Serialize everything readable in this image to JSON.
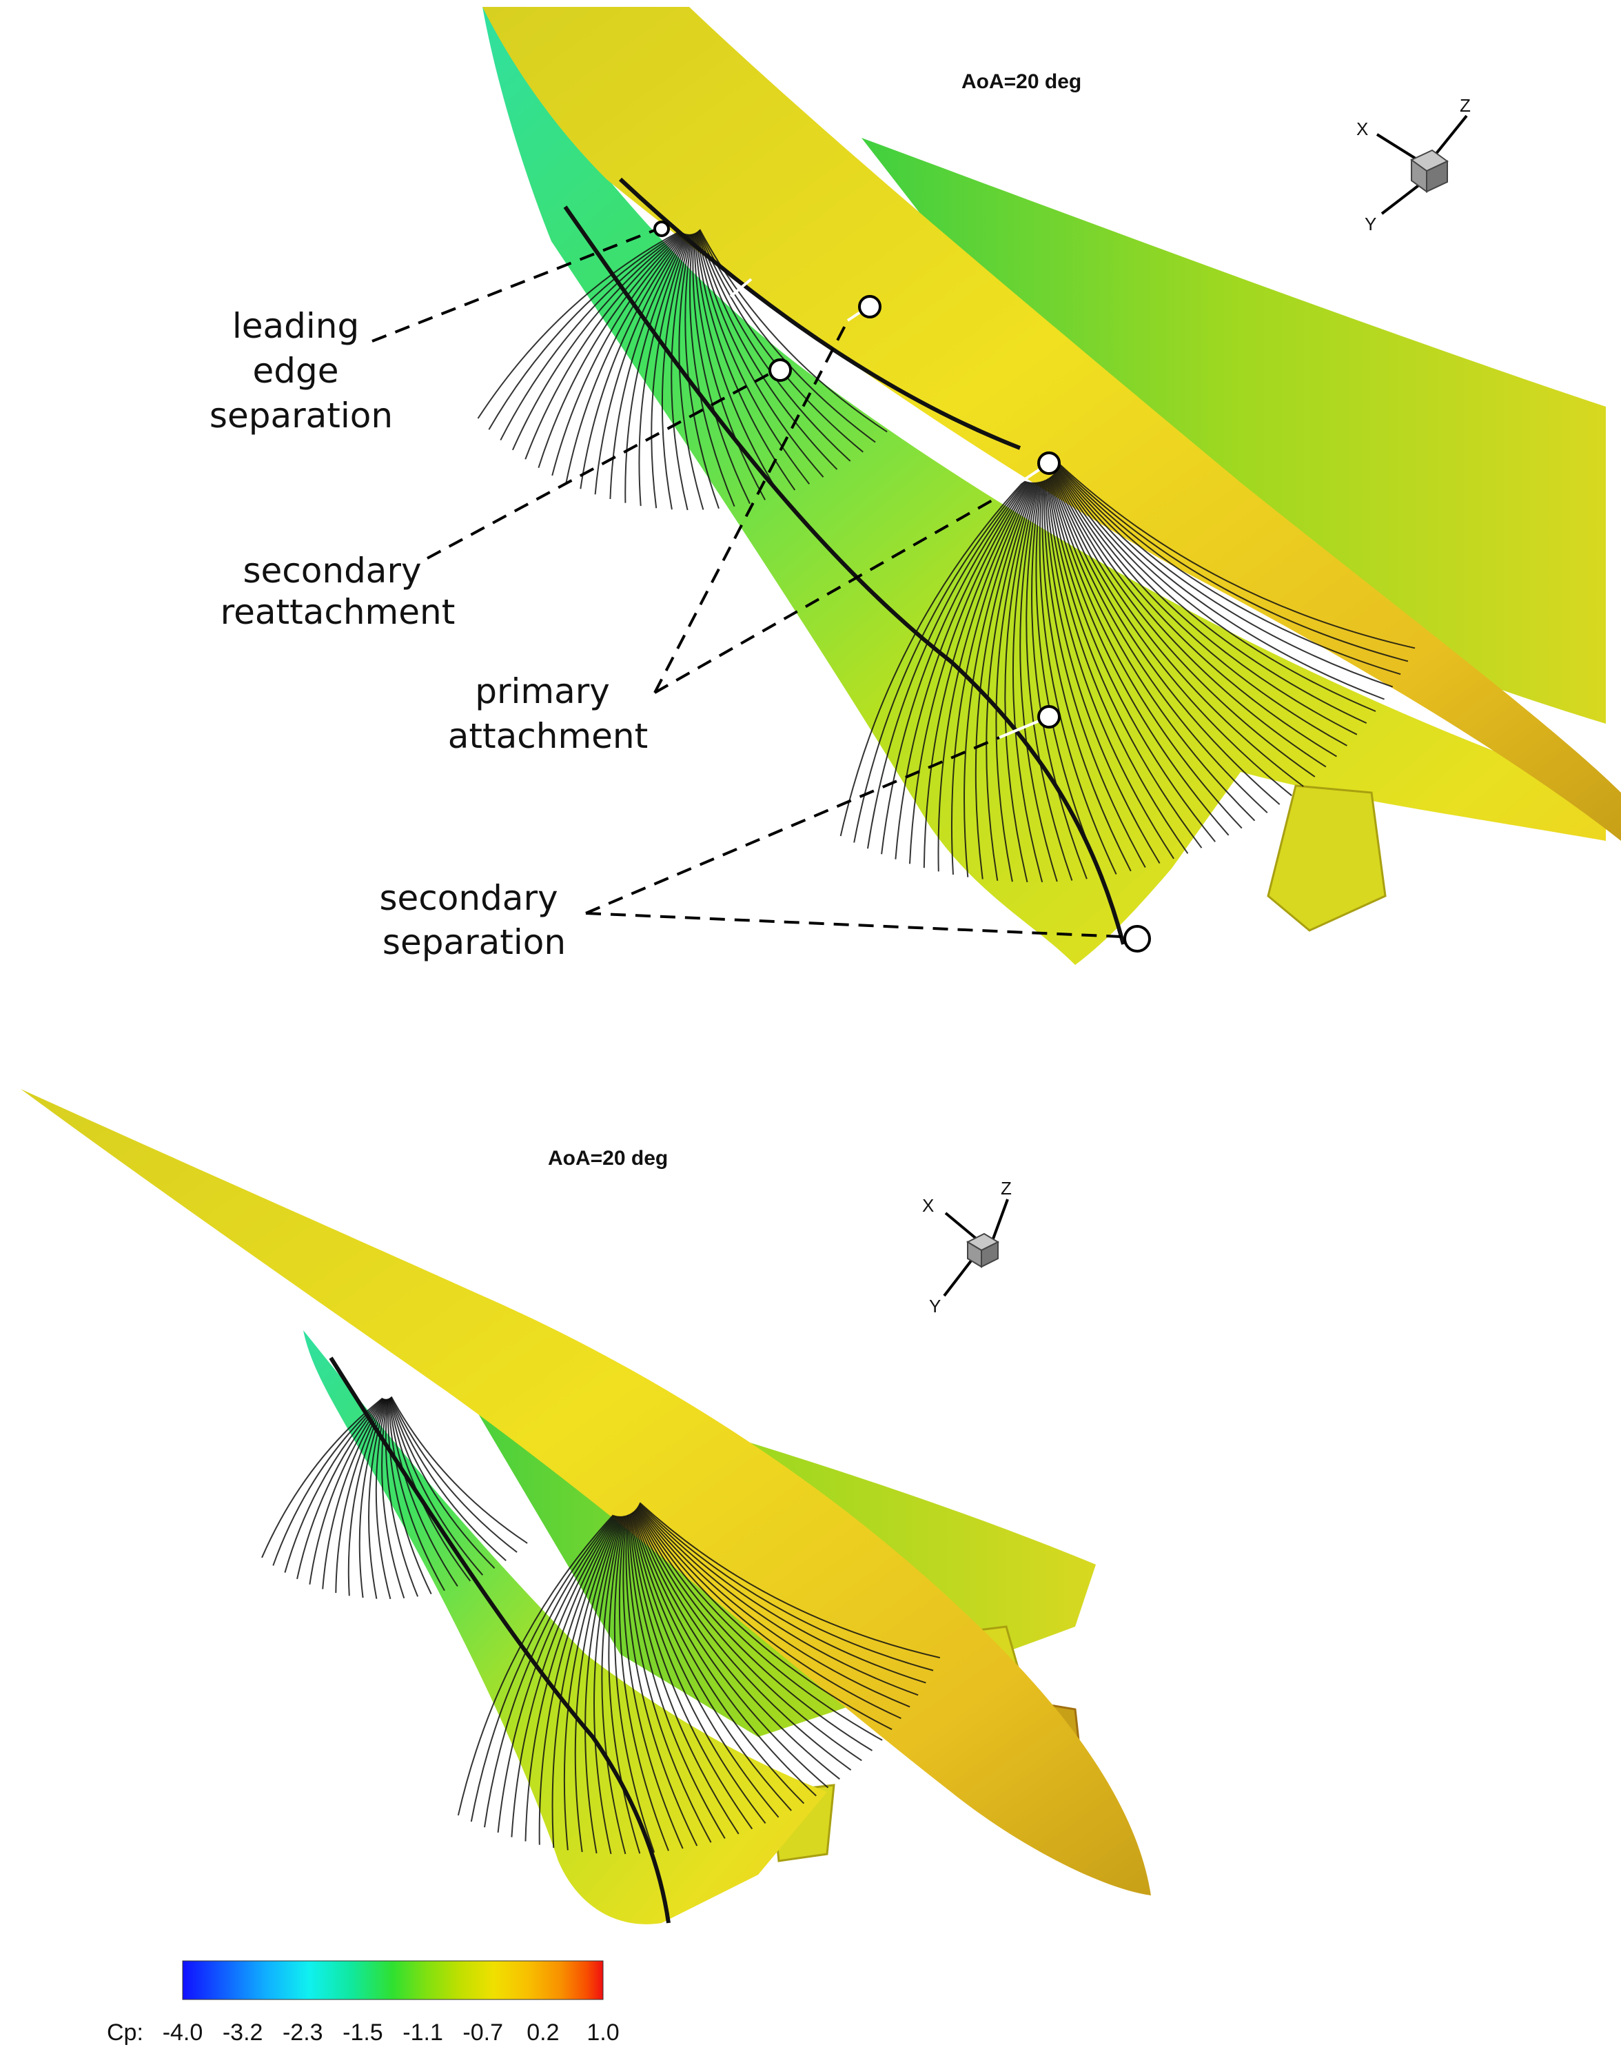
{
  "top_panel": {
    "title": "AoA=20 deg",
    "axes": {
      "x": "X",
      "y": "Y",
      "z": "Z"
    },
    "annotations": {
      "leading_edge": [
        "leading",
        "edge",
        "separation"
      ],
      "secondary_reattachment": [
        "secondary",
        "reattachment"
      ],
      "primary_attachment": [
        "primary",
        "attachment"
      ],
      "secondary_separation": [
        "secondary",
        "separation"
      ]
    }
  },
  "bottom_panel": {
    "title": "AoA=20 deg",
    "axes": {
      "x": "X",
      "y": "Y",
      "z": "Z"
    }
  },
  "colorbar": {
    "label": "Cp:",
    "ticks": [
      "-4.0",
      "-3.2",
      "-2.3",
      "-1.5",
      "-1.1",
      "-0.7",
      "0.2",
      "1.0"
    ],
    "colors": [
      "#1010ff",
      "#1060ff",
      "#10b0ff",
      "#10f0f0",
      "#10e8a0",
      "#30e030",
      "#80e010",
      "#c0e000",
      "#f0e000",
      "#f8c000",
      "#f89000",
      "#f85000",
      "#f01010"
    ]
  }
}
